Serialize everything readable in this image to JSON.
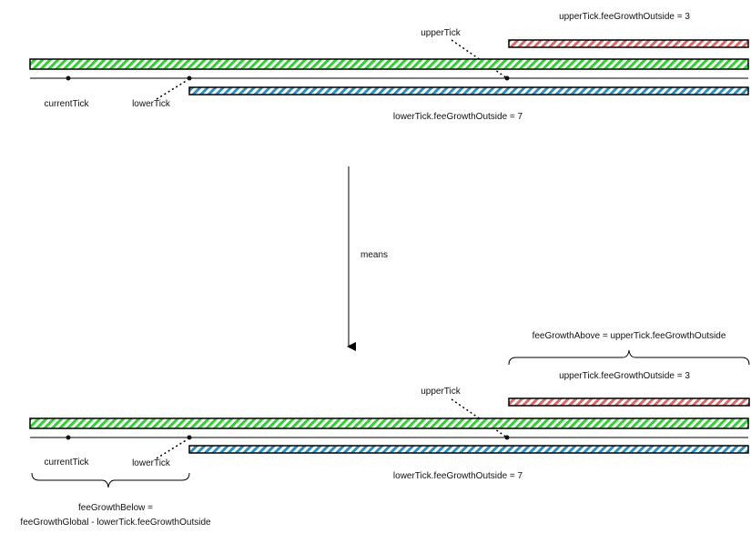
{
  "colors": {
    "green": "#2dd42d",
    "red": "#e06666",
    "blue": "#2a8fc4",
    "ink": "#000000"
  },
  "top": {
    "upper_outside_label": "upperTick.feeGrowthOutside = 3",
    "upper_tick_label": "upperTick",
    "current_tick_label": "currentTick",
    "lower_tick_label": "lowerTick",
    "lower_outside_label": "lowerTick.feeGrowthOutside = 7"
  },
  "arrow": {
    "label": "means"
  },
  "bottom": {
    "fee_growth_above_label": "feeGrowthAbove = upperTick.feeGrowthOutside",
    "upper_outside_label": "upperTick.feeGrowthOutside = 3",
    "upper_tick_label": "upperTick",
    "current_tick_label": "currentTick",
    "lower_tick_label": "lowerTick",
    "lower_outside_label": "lowerTick.feeGrowthOutside = 7",
    "fee_growth_below_line1": "feeGrowthBelow =",
    "fee_growth_below_line2": "feeGrowthGlobal - lowerTick.feeGrowthOutside"
  }
}
